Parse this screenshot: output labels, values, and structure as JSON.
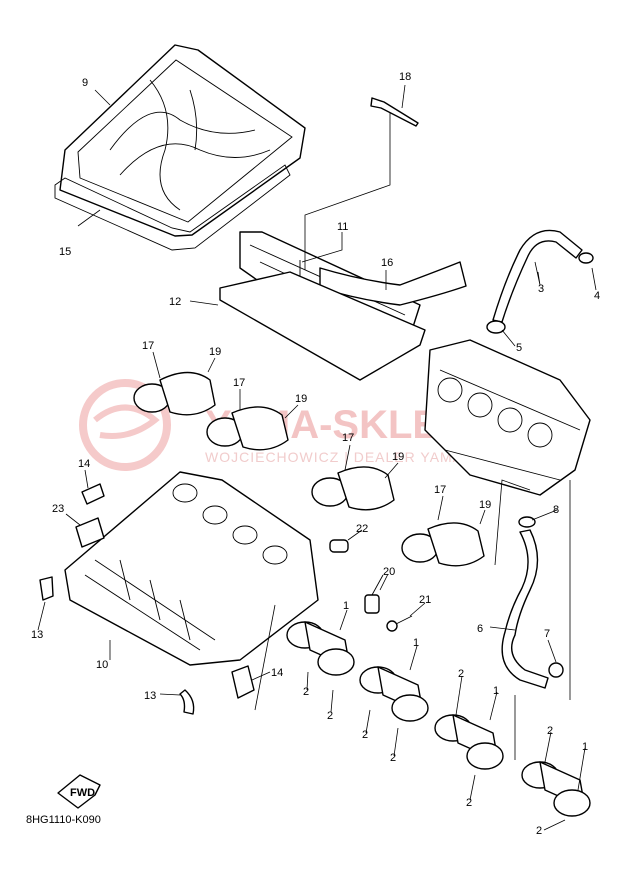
{
  "diagram": {
    "code": "8HG1110-K090",
    "fwd_label": "FWD",
    "watermark": {
      "brand": "YAMA-SKLEP",
      "tagline": "WOJCIECHOWICZ | DEALER YAMAHA"
    },
    "callouts": [
      {
        "id": "c9",
        "text": "9"
      },
      {
        "id": "c15",
        "text": "15"
      },
      {
        "id": "c18",
        "text": "18"
      },
      {
        "id": "c11",
        "text": "11"
      },
      {
        "id": "c16",
        "text": "16"
      },
      {
        "id": "c12",
        "text": "12"
      },
      {
        "id": "c3",
        "text": "3"
      },
      {
        "id": "c4",
        "text": "4"
      },
      {
        "id": "c5",
        "text": "5"
      },
      {
        "id": "c17a",
        "text": "17"
      },
      {
        "id": "c19a",
        "text": "19"
      },
      {
        "id": "c17b",
        "text": "17"
      },
      {
        "id": "c19b",
        "text": "19"
      },
      {
        "id": "c17c",
        "text": "17"
      },
      {
        "id": "c19c",
        "text": "19"
      },
      {
        "id": "c17d",
        "text": "17"
      },
      {
        "id": "c19d",
        "text": "19"
      },
      {
        "id": "c14a",
        "text": "14"
      },
      {
        "id": "c23",
        "text": "23"
      },
      {
        "id": "c13a",
        "text": "13"
      },
      {
        "id": "c10",
        "text": "10"
      },
      {
        "id": "c22",
        "text": "22"
      },
      {
        "id": "c20",
        "text": "20"
      },
      {
        "id": "c21",
        "text": "21"
      },
      {
        "id": "c8",
        "text": "8"
      },
      {
        "id": "c6",
        "text": "6"
      },
      {
        "id": "c7",
        "text": "7"
      },
      {
        "id": "c1a",
        "text": "1"
      },
      {
        "id": "c2a",
        "text": "2"
      },
      {
        "id": "c2b",
        "text": "2"
      },
      {
        "id": "c14b",
        "text": "14"
      },
      {
        "id": "c13b",
        "text": "13"
      },
      {
        "id": "c1b",
        "text": "1"
      },
      {
        "id": "c2c",
        "text": "2"
      },
      {
        "id": "c2d",
        "text": "2"
      },
      {
        "id": "c2e",
        "text": "2"
      },
      {
        "id": "c1c",
        "text": "1"
      },
      {
        "id": "c2f",
        "text": "2"
      },
      {
        "id": "c2g",
        "text": "2"
      },
      {
        "id": "c1d",
        "text": "1"
      },
      {
        "id": "c2h",
        "text": "2"
      }
    ]
  }
}
